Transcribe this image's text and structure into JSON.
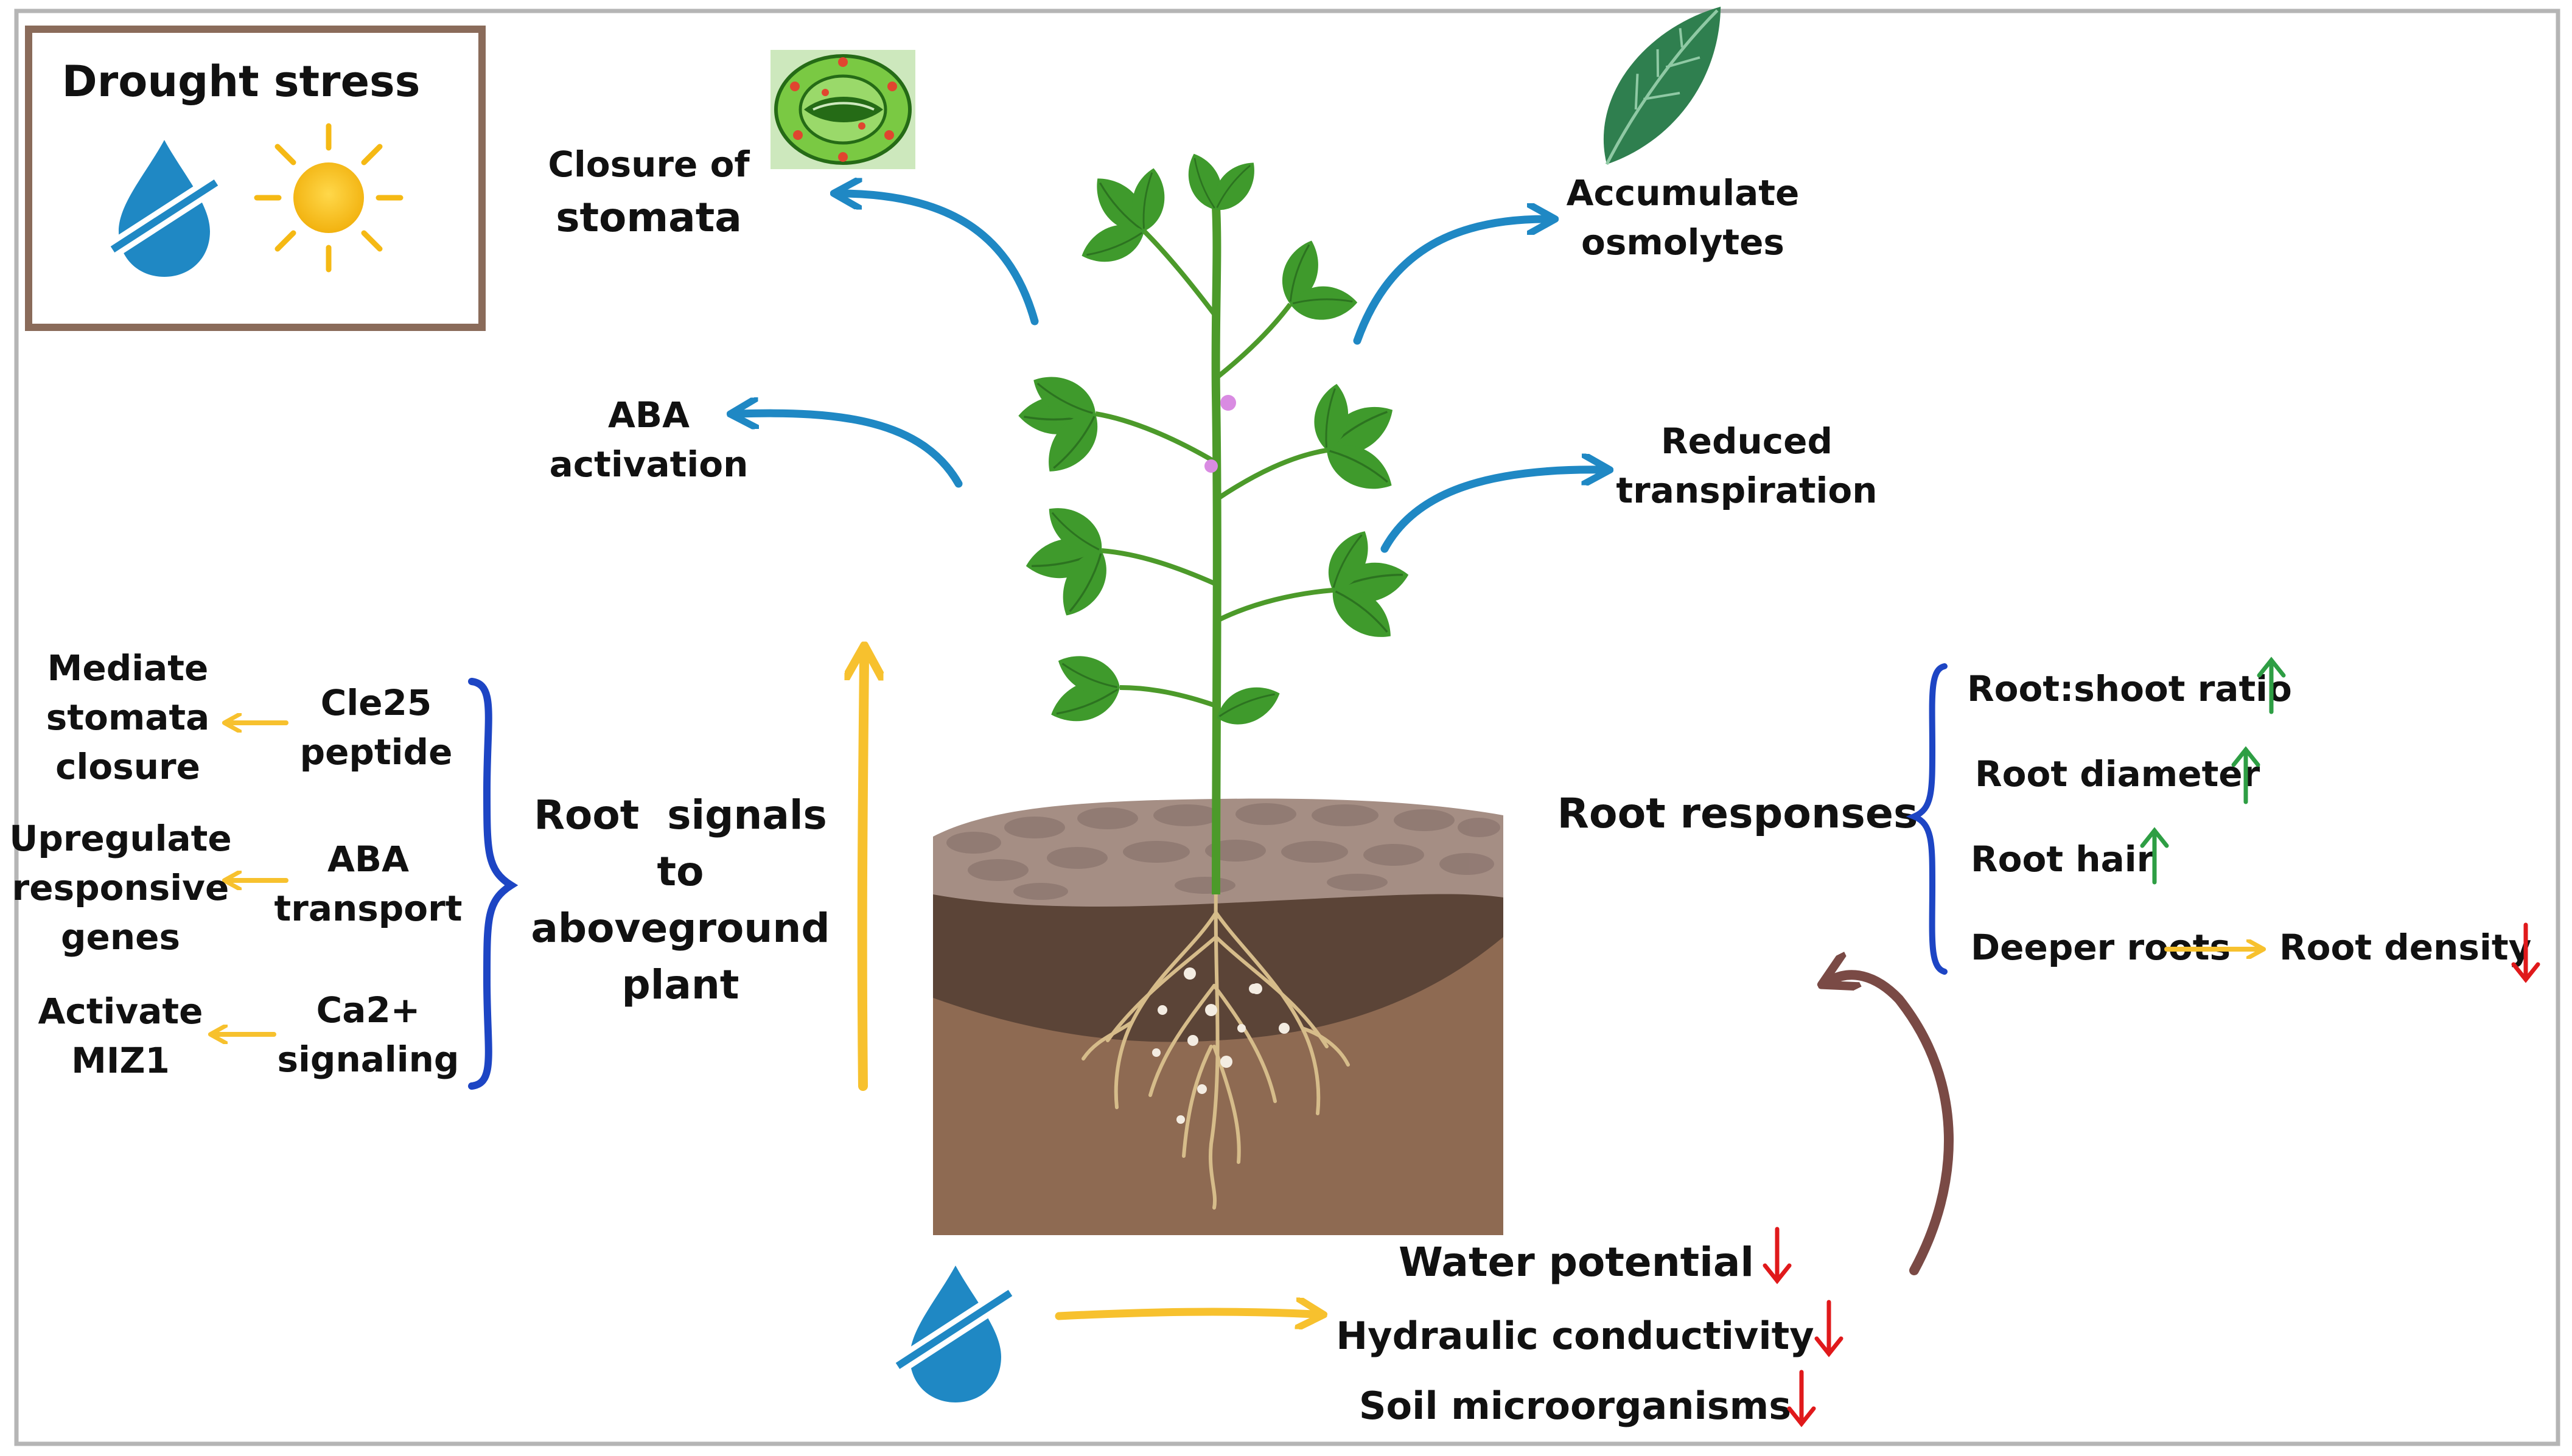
{
  "colors": {
    "frame": "#b5b5b5",
    "legend_border": "#8a6b5a",
    "blue_arrow": "#1f88c4",
    "yellow_arrow": "#f7c12e",
    "brown_arrow": "#7a4a45",
    "brace": "#1d45c4",
    "arrow_up_green": "#2e9e44",
    "arrow_down_red": "#e0191b",
    "plant_leaf": "#3f9a2c",
    "soil_top": "#a58e84",
    "soil_mid": "#5b4437",
    "soil_bottom": "#8e6a52"
  },
  "legend": {
    "title": "Drought stress",
    "icons": [
      "no-water-drop-icon",
      "sun-icon"
    ]
  },
  "aboveground": {
    "stomata": [
      "Closure of",
      "stomata"
    ],
    "aba": [
      "ABA",
      "activation"
    ],
    "osmolytes": [
      "Accumulate",
      "osmolytes"
    ],
    "transpiration": [
      "Reduced",
      "transpiration"
    ]
  },
  "root_signals": {
    "title": [
      "Root  signals",
      "to",
      "aboveground",
      "plant"
    ],
    "items": [
      {
        "signal": [
          "Cle25",
          "peptide"
        ],
        "effect": [
          "Mediate",
          "stomata",
          "closure"
        ]
      },
      {
        "signal": [
          "ABA",
          "transport"
        ],
        "effect": [
          "Upregulate",
          "responsive",
          "genes"
        ]
      },
      {
        "signal": [
          "Ca2+",
          "signaling"
        ],
        "effect": [
          "Activate",
          "MIZ1"
        ]
      }
    ]
  },
  "root_responses": {
    "title": "Root responses",
    "items": [
      {
        "label": "Root:shoot ratio",
        "trend": "up"
      },
      {
        "label": "Root diameter",
        "trend": "up"
      },
      {
        "label": "Root hair",
        "trend": "up"
      }
    ],
    "deeper_roots": "Deeper roots",
    "root_density": "Root density",
    "root_density_trend": "down"
  },
  "soil_effects": {
    "items": [
      {
        "label": "Water potential",
        "trend": "down"
      },
      {
        "label": "Hydraulic conductivity",
        "trend": "down"
      },
      {
        "label": "Soil microorganisms",
        "trend": "down"
      }
    ]
  }
}
